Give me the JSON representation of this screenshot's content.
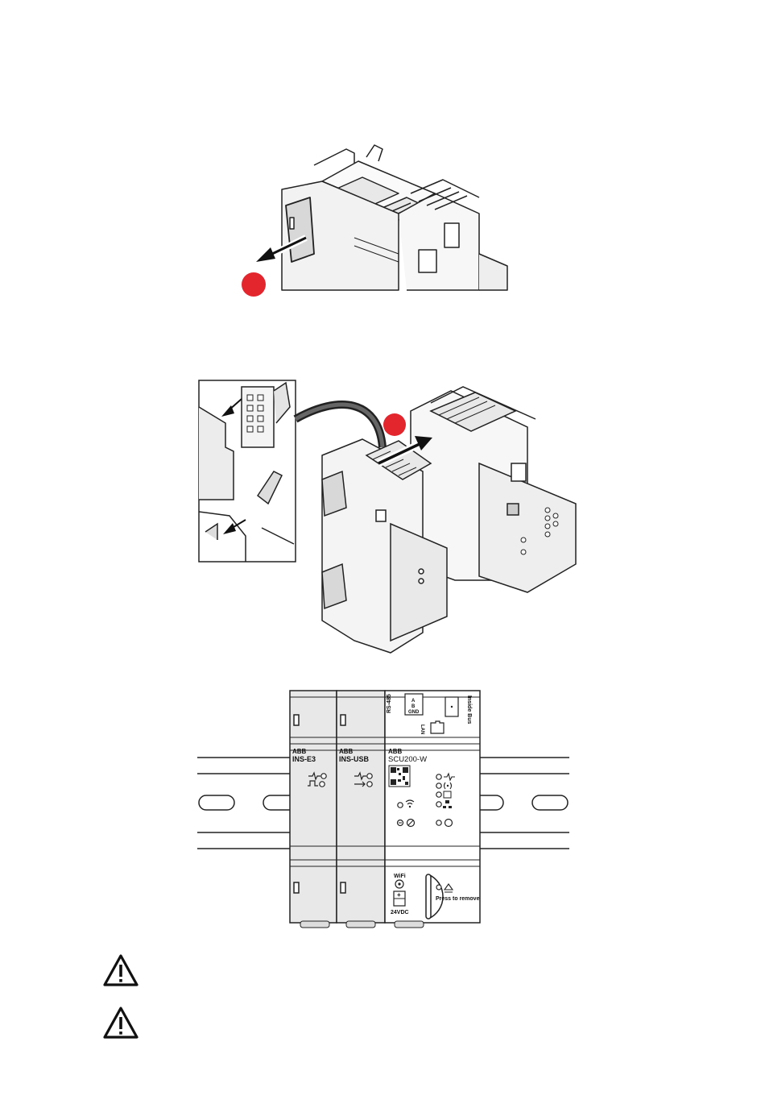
{
  "step_markers": {
    "color": "#e3262e"
  },
  "din_rail_view": {
    "modules": [
      {
        "brand": "ABB",
        "model": "INS-E3"
      },
      {
        "brand": "ABB",
        "model": "INS-USB"
      },
      {
        "brand": "ABB",
        "model": "SCU200-W"
      }
    ],
    "ports": {
      "rs485": "RS-485",
      "rs485_pins": [
        "A",
        "B",
        "GND"
      ],
      "lan": "LAN",
      "inside_bus": "Inside Bus"
    },
    "bottom": {
      "wifi": "WiFi",
      "power": "24VDC",
      "press": "Press to remove"
    }
  },
  "warnings": [
    {
      "icon": "warning-triangle-icon"
    },
    {
      "icon": "warning-triangle-icon"
    }
  ]
}
